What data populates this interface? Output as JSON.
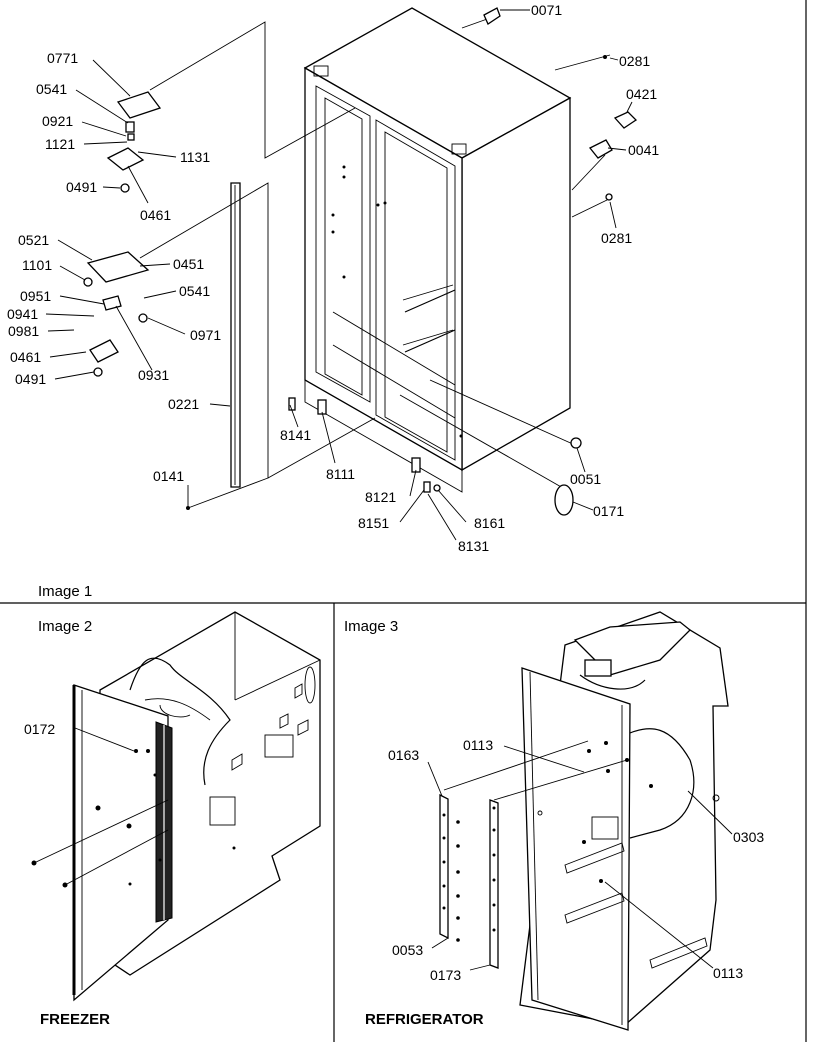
{
  "panels": {
    "image1": {
      "caption": "Image 1",
      "callouts": [
        "0071",
        "0281",
        "0421",
        "0041",
        "0281",
        "0771",
        "0541",
        "0921",
        "1121",
        "1131",
        "0491",
        "0461",
        "0521",
        "1101",
        "0451",
        "0541",
        "0951",
        "0941",
        "0981",
        "0971",
        "0931",
        "0461",
        "0491",
        "0221",
        "8141",
        "8111",
        "0051",
        "0141",
        "8121",
        "8151",
        "8161",
        "8131",
        "0171"
      ]
    },
    "image2": {
      "caption": "Image 2",
      "callouts": [
        "0172"
      ],
      "footer": "FREEZER"
    },
    "image3": {
      "caption": "Image 3",
      "callouts": [
        "0163",
        "0113",
        "0303",
        "0053",
        "0173",
        "0113"
      ],
      "footer": "REFRIGERATOR"
    }
  }
}
